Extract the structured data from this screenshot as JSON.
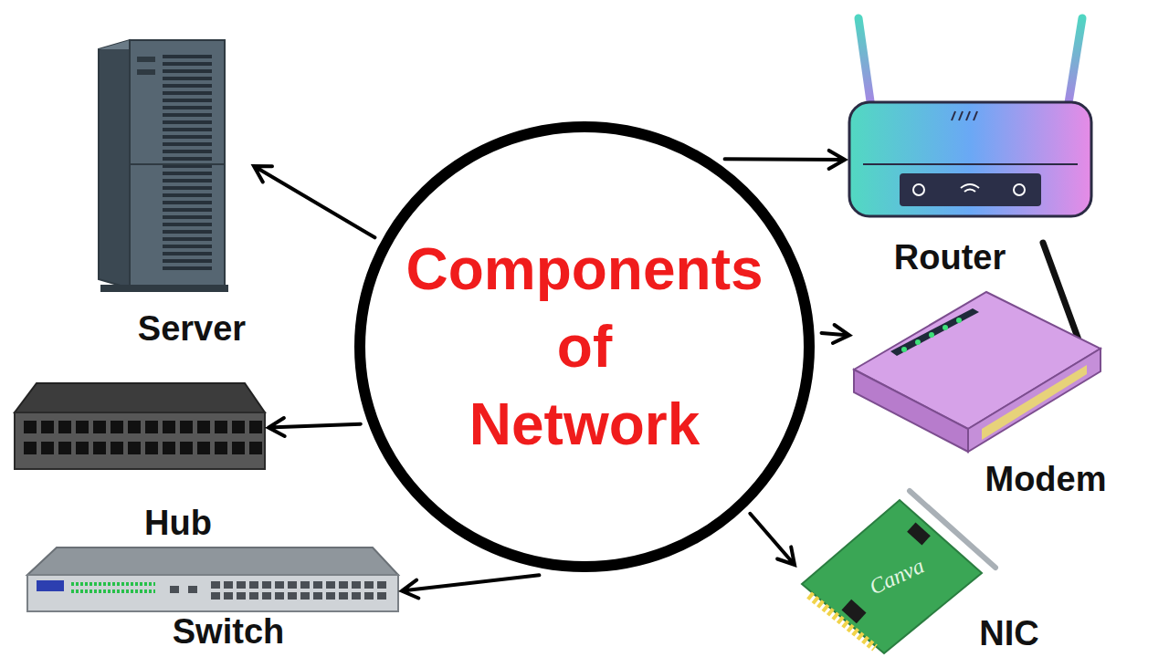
{
  "diagram": {
    "nodes": [
      {
        "text": [
          "Components of Network"
        ]
      },
      {
        "text": [
          "Server"
        ]
      },
      {
        "text": [
          "Router"
        ]
      },
      {
        "text": [
          "Modem"
        ]
      },
      {
        "text": [
          "Hub"
        ]
      },
      {
        "text": [
          "Switch"
        ]
      },
      {
        "text": [
          "NIC"
        ]
      }
    ],
    "edges": [
      {
        "from": 0,
        "to": 1,
        "arrow": "to"
      },
      {
        "from": 0,
        "to": 2,
        "arrow": "to"
      },
      {
        "from": 0,
        "to": 3,
        "arrow": "to"
      },
      {
        "from": 0,
        "to": 4,
        "arrow": "to"
      },
      {
        "from": 0,
        "to": 5,
        "arrow": "to"
      },
      {
        "from": 0,
        "to": 6,
        "arrow": "to"
      }
    ],
    "labels": [
      "Canva"
    ]
  }
}
